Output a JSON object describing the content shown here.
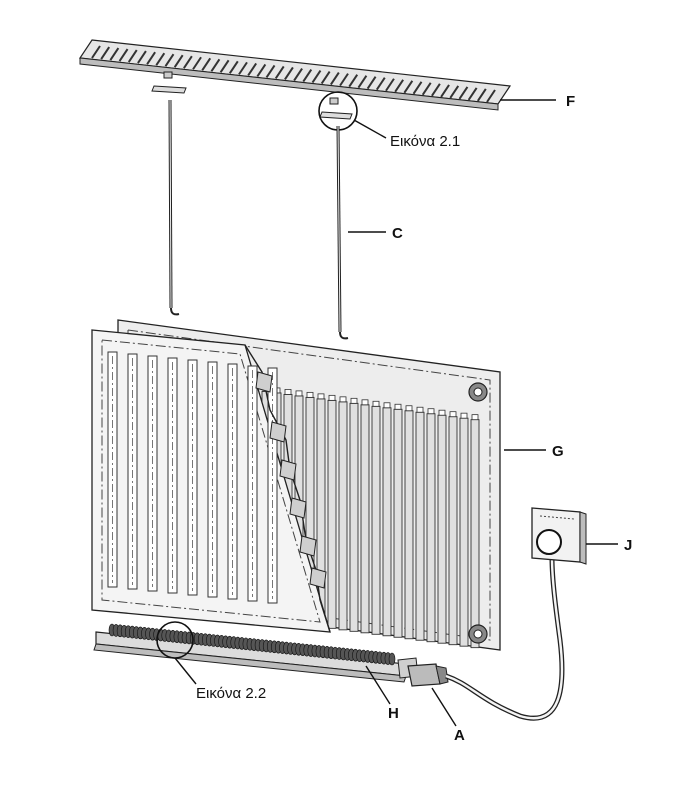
{
  "labels": {
    "F": "F",
    "C": "C",
    "G": "G",
    "J": "J",
    "H": "H",
    "A": "A",
    "fig21": "Εικόνα 2.1",
    "fig22": "Εικόνα 2.2"
  },
  "colors": {
    "line": "#222222",
    "fill_light": "#f2f2f2",
    "fill_mid": "#dcdcdc",
    "fill_dark": "#9a9a9a"
  }
}
